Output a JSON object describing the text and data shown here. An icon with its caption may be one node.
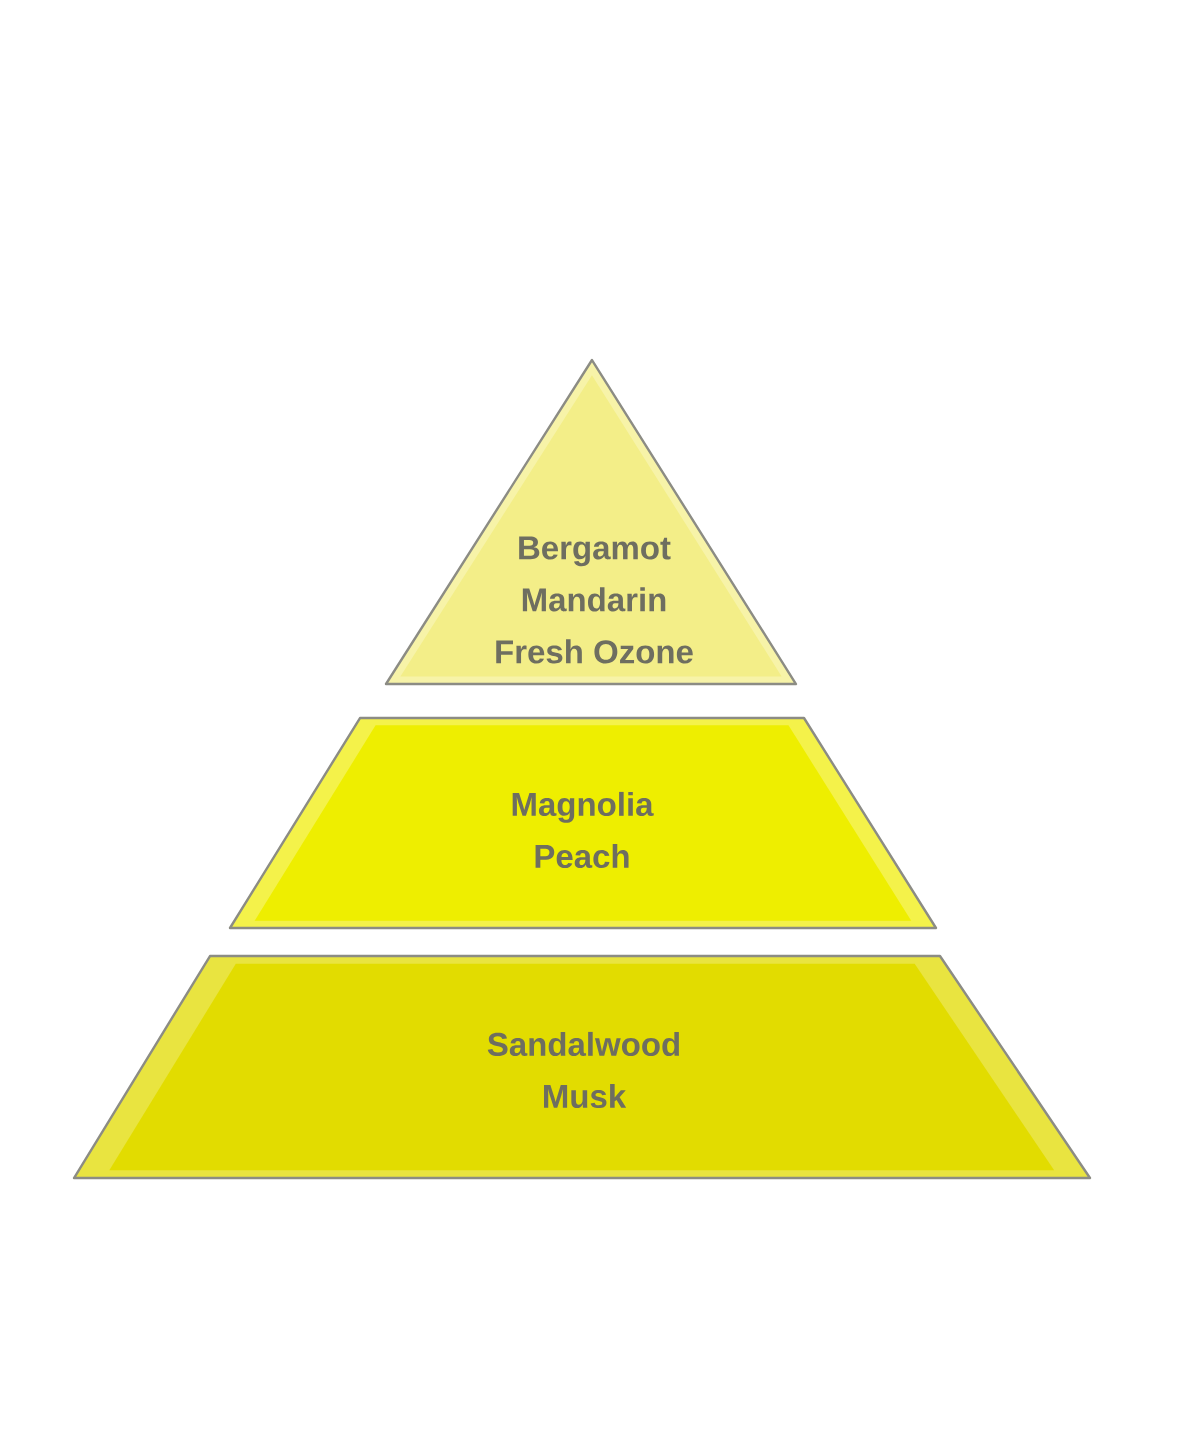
{
  "diagram": {
    "nodes": [
      {
        "text": [
          "Bergamot",
          "Mandarin",
          "Fresh Ozone"
        ]
      },
      {
        "text": [
          "Magnolia",
          "Peach"
        ]
      },
      {
        "text": [
          "Sandalwood",
          "Musk"
        ]
      }
    ]
  }
}
